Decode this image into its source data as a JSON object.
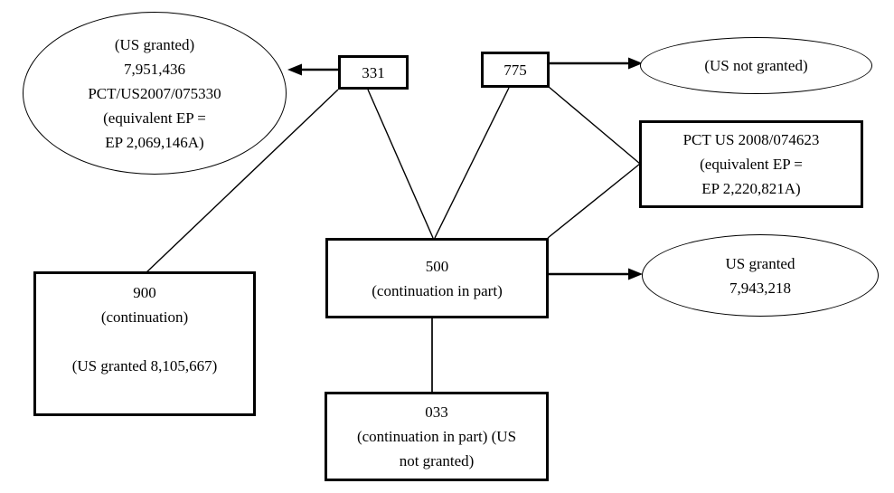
{
  "figure": {
    "background_color": "#ffffff",
    "stroke_color": "#000000",
    "description": "Patent family relationship diagram"
  },
  "nodes": {
    "ellipse_pct_us2007": {
      "shape": "ellipse",
      "lines": [
        "(US granted)",
        "7,951,436",
        "PCT/US2007/075330",
        "(equivalent EP =",
        "EP 2,069,146A)"
      ]
    },
    "box_331": {
      "shape": "rect",
      "lines": [
        "331"
      ]
    },
    "box_775": {
      "shape": "rect",
      "lines": [
        "775"
      ]
    },
    "ellipse_us_not_granted": {
      "shape": "ellipse",
      "lines": [
        "(US not granted)"
      ]
    },
    "box_pct_us2008": {
      "shape": "rect",
      "lines": [
        "PCT US 2008/074623",
        "(equivalent EP =",
        "EP 2,220,821A)"
      ]
    },
    "box_500": {
      "shape": "rect",
      "lines": [
        "500",
        "(continuation in part)"
      ]
    },
    "ellipse_us_granted_7943218": {
      "shape": "ellipse",
      "lines": [
        "US granted",
        "7,943,218"
      ]
    },
    "box_900": {
      "shape": "rect",
      "lines": [
        "900",
        "(continuation)",
        "",
        "(US granted 8,105,667)"
      ]
    },
    "box_033": {
      "shape": "rect",
      "lines": [
        "033",
        "(continuation in part) (US",
        "not granted)"
      ]
    }
  },
  "connections": [
    {
      "from": "box_331",
      "to": "ellipse_pct_us2007",
      "type": "arrow"
    },
    {
      "from": "box_331",
      "to": "box_900",
      "type": "line"
    },
    {
      "from": "box_331",
      "to": "box_500",
      "type": "line"
    },
    {
      "from": "box_775",
      "to": "ellipse_us_not_granted",
      "type": "arrow"
    },
    {
      "from": "box_775",
      "to": "box_500",
      "type": "line"
    },
    {
      "from": "box_775",
      "to": "box_pct_us2008",
      "type": "line"
    },
    {
      "from": "box_500",
      "to": "box_pct_us2008",
      "type": "line"
    },
    {
      "from": "box_500",
      "to": "ellipse_us_granted_7943218",
      "type": "arrow"
    },
    {
      "from": "box_500",
      "to": "box_033",
      "type": "line"
    }
  ]
}
